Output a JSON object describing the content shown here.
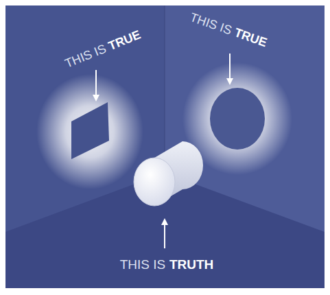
{
  "diagram": {
    "labels": [
      "THIS IS",
      "TRUE",
      "THIS IS",
      "TRUE",
      "THIS IS",
      "TRUTH"
    ]
  }
}
